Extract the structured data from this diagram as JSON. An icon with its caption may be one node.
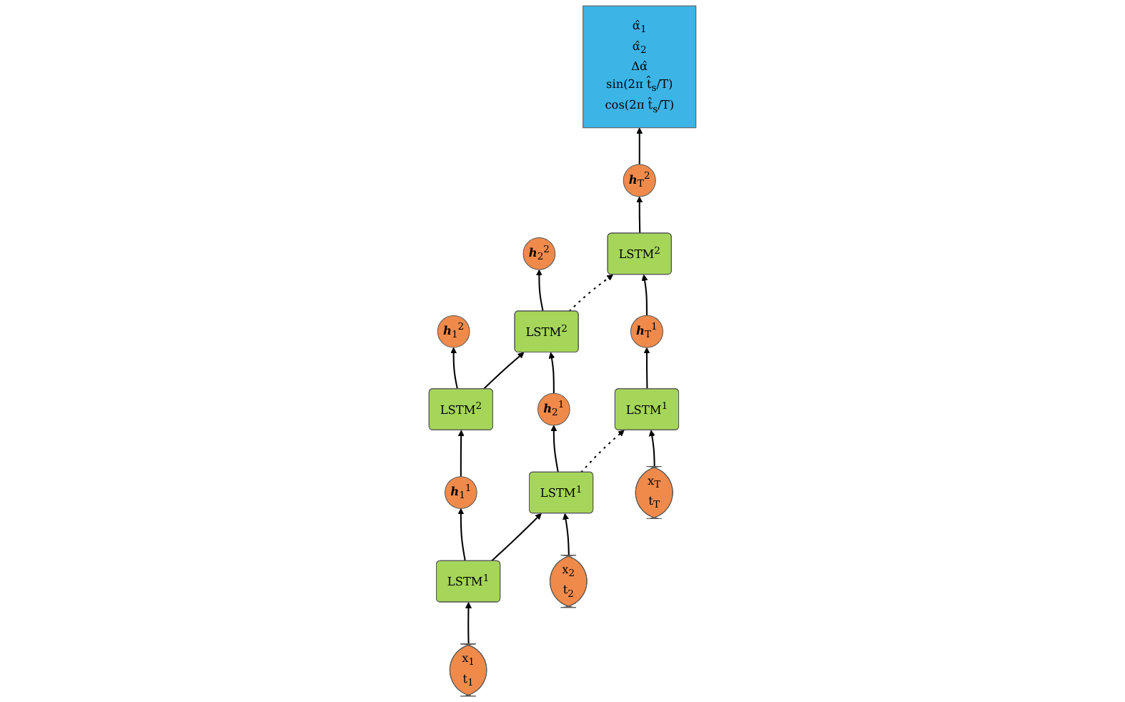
{
  "diagram": {
    "nodes": [
      {
        "text": [
          "x$_{1}$",
          "t$_{1}$"
        ]
      },
      {
        "text": [
          "LSTM$^{1}$"
        ]
      },
      {
        "text": [
          "**h**$_{1}$$^{1}$"
        ]
      },
      {
        "text": [
          "LSTM$^{2}$"
        ]
      },
      {
        "text": [
          "**h**$_{1}$$^{2}$"
        ]
      },
      {
        "text": [
          "x$_{2}$",
          "t$_{2}$"
        ]
      },
      {
        "text": [
          "LSTM$^{1}$"
        ]
      },
      {
        "text": [
          "**h**$_{2}$$^{1}$"
        ]
      },
      {
        "text": [
          "LSTM$^{2}$"
        ]
      },
      {
        "text": [
          "**h**$_{2}$$^{2}$"
        ]
      },
      {
        "text": [
          "x$_{T}$",
          "t$_{T}$"
        ]
      },
      {
        "text": [
          "LSTM$^{1}$"
        ]
      },
      {
        "text": [
          "**h**$_{T}$$^{1}$"
        ]
      },
      {
        "text": [
          "LSTM$^{2}$"
        ]
      },
      {
        "text": [
          "**h**$_{T}$$^{2}$"
        ]
      },
      {
        "text": [
          "α̂$_{1}$",
          "α̂$_{2}$",
          "Δα̂",
          "sin(2π t̂$_{s}$/T)",
          "cos(2π t̂$_{s}$/T)"
        ]
      }
    ],
    "edges": [
      {
        "from": 0,
        "to": 1,
        "arrow": "to"
      },
      {
        "from": 1,
        "to": 2,
        "arrow": "to"
      },
      {
        "from": 2,
        "to": 3,
        "arrow": "to"
      },
      {
        "from": 3,
        "to": 4,
        "arrow": "to"
      },
      {
        "from": 5,
        "to": 6,
        "arrow": "to"
      },
      {
        "from": 6,
        "to": 7,
        "arrow": "to"
      },
      {
        "from": 7,
        "to": 8,
        "arrow": "to"
      },
      {
        "from": 8,
        "to": 9,
        "arrow": "to"
      },
      {
        "from": 10,
        "to": 11,
        "arrow": "to"
      },
      {
        "from": 11,
        "to": 12,
        "arrow": "to"
      },
      {
        "from": 12,
        "to": 13,
        "arrow": "to"
      },
      {
        "from": 13,
        "to": 14,
        "arrow": "to"
      },
      {
        "from": 1,
        "to": 6,
        "arrow": "to"
      },
      {
        "from": 3,
        "to": 8,
        "arrow": "to"
      },
      {
        "from": 6,
        "to": 11,
        "arrow": "to",
        "style": "dashed"
      },
      {
        "from": 8,
        "to": 13,
        "arrow": "to",
        "style": "dashed"
      },
      {
        "from": 14,
        "to": 15,
        "arrow": "to"
      }
    ]
  }
}
